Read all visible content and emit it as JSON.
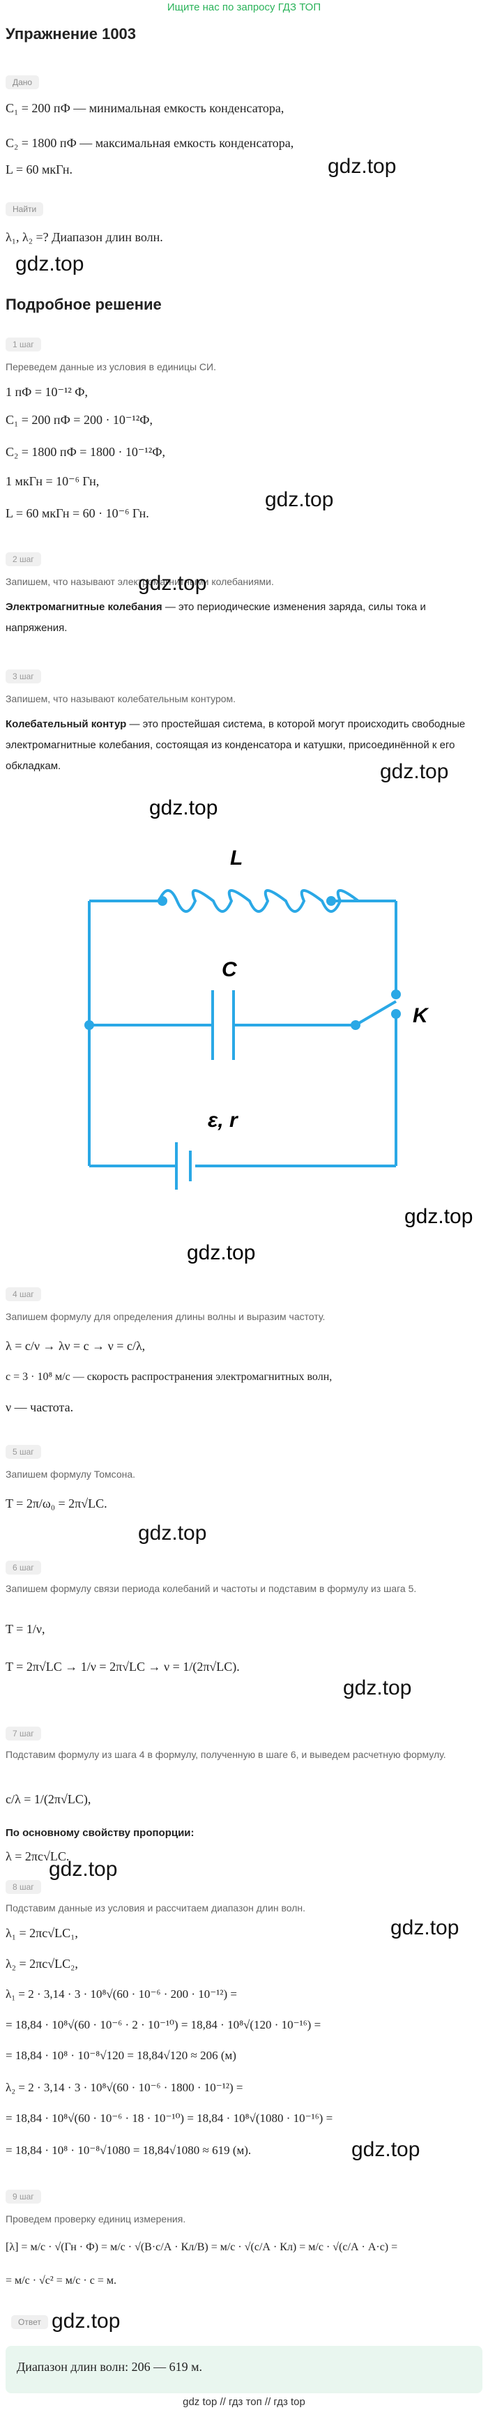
{
  "banner": "Ищите нас по запросу ГДЗ ТОП",
  "title": "Упражнение 1003",
  "watermark": "gdz.top",
  "given": {
    "pill": "Дано",
    "lines": [
      "C₁ = 200 пФ — минимальная емкость конденсатора,",
      "C₂ = 1800 пФ — максимальная емкость конденсатора,",
      "L = 60 мкГн."
    ]
  },
  "find": {
    "pill": "Найти",
    "line": "λ₁, λ₂ =? Диапазон длин волн."
  },
  "solution_title": "Подробное решение",
  "steps": {
    "s1": {
      "label": "1 шаг",
      "note": "Переведем данные из условия в единицы СИ.",
      "lines": [
        "1 пФ = 10⁻¹² Ф,",
        "C₁ = 200 пФ = 200 · 10⁻¹²Ф,",
        "C₂ = 1800 пФ = 1800 · 10⁻¹²Ф,",
        "1 мкГн = 10⁻⁶ Гн,",
        "L = 60 мкГн = 60 · 10⁻⁶ Гн."
      ]
    },
    "s2": {
      "label": "2 шаг",
      "note": "Запишем, что называют электромагнитными колебаниями.",
      "bold": "Электромагнитные колебания",
      "text": " — это периодические изменения заряда, силы тока и напряжения."
    },
    "s3": {
      "label": "3 шаг",
      "note": "Запишем, что называют колебательным контуром.",
      "bold": "Колебательный контур",
      "text": " — это простейшая система, в которой могут происходить свободные электромагнитные колебания, состоящая из конденсатора и катушки, присоединённой к его обкладкам."
    },
    "s4": {
      "label": "4 шаг",
      "note": "Запишем формулу для определения длины волны и выразим частоту.",
      "lines": [
        "λ = c/ν → λν = c → ν = c/λ,",
        "c = 3 · 10⁸ м/с — скорость распространения электромагнитных волн,",
        "ν — частота."
      ]
    },
    "s5": {
      "label": "5 шаг",
      "note": "Запишем формулу Томсона.",
      "line": "T = 2π/ω₀ = 2π√LC."
    },
    "s6": {
      "label": "6 шаг",
      "note": "Запишем формулу связи периода колебаний и частоты и подставим в формулу из шага 5.",
      "lines": [
        "T = 1/ν,",
        "T = 2π√LC → 1/ν = 2π√LC → ν = 1/(2π√LC)."
      ]
    },
    "s7": {
      "label": "7 шаг",
      "note": "Подставим формулу из шага 4 в формулу, полученную в шаге 6, и выведем расчетную формулу.",
      "line1": "c/λ = 1/(2π√LC),",
      "bold": "По основному свойству пропорции:",
      "line2": "λ = 2πc√LC."
    },
    "s8": {
      "label": "8 шаг",
      "note": "Подставим данные из условия и рассчитаем диапазон длин волн.",
      "lines": [
        "λ₁ = 2πc√LC₁,",
        "λ₂ = 2πc√LC₂,",
        "λ₁ = 2 · 3,14 · 3 · 10⁸√(60 · 10⁻⁶ · 200 · 10⁻¹²) =",
        "= 18,84 · 10⁸√(60 · 10⁻⁶ · 2 · 10⁻¹⁰) = 18,84 · 10⁸√(120 · 10⁻¹⁶) =",
        "= 18,84 · 10⁸ · 10⁻⁸√120 = 18,84√120 ≈ 206 (м)",
        "λ₂ = 2 · 3,14 · 3 · 10⁸√(60 · 10⁻⁶ · 1800 · 10⁻¹²) =",
        "= 18,84 · 10⁸√(60 · 10⁻⁶ · 18 · 10⁻¹⁰) = 18,84 · 10⁸√(1080 · 10⁻¹⁶) =",
        "= 18,84 · 10⁸ · 10⁻⁸√1080 = 18,84√1080 ≈ 619 (м)."
      ]
    },
    "s9": {
      "label": "9 шаг",
      "note": "Проведем проверку единиц измерения.",
      "lines": [
        "[λ] = м/с · √(Гн · Ф) = м/с · √(В·с/А · Кл/В) = м/с · √(с/А · Кл) = м/с · √(с/А · А·с) =",
        "= м/с · √с² = м/с · с = м."
      ]
    }
  },
  "answer": {
    "pill": "Ответ",
    "text": "Диапазон длин волн: 206 — 619 м."
  },
  "circuit": {
    "L": "L",
    "C": "C",
    "K": "K",
    "E": "ε, r"
  },
  "footer": "gdz top  //  гдз топ  //  гдз top"
}
